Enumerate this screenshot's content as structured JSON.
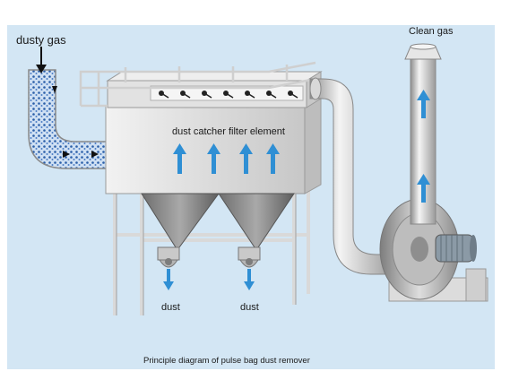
{
  "diagram": {
    "title": "Principle diagram of pulse bag dust remover",
    "labels": {
      "dusty_gas": "dusty gas",
      "clean_gas": "Clean gas",
      "filter_element": "dust catcher filter element",
      "dust_left": "dust",
      "dust_right": "dust"
    },
    "colors": {
      "background": "#d3e6f4",
      "steel_light": "#e4e4e4",
      "steel_mid": "#b8b8b8",
      "steel_dark": "#7a7a7a",
      "flow_arrow": "#2f8fd4",
      "dust_blue": "#3b6fb8"
    },
    "flow_arrows_in_chamber": 4,
    "flow_arrows_in_stack": 2
  }
}
